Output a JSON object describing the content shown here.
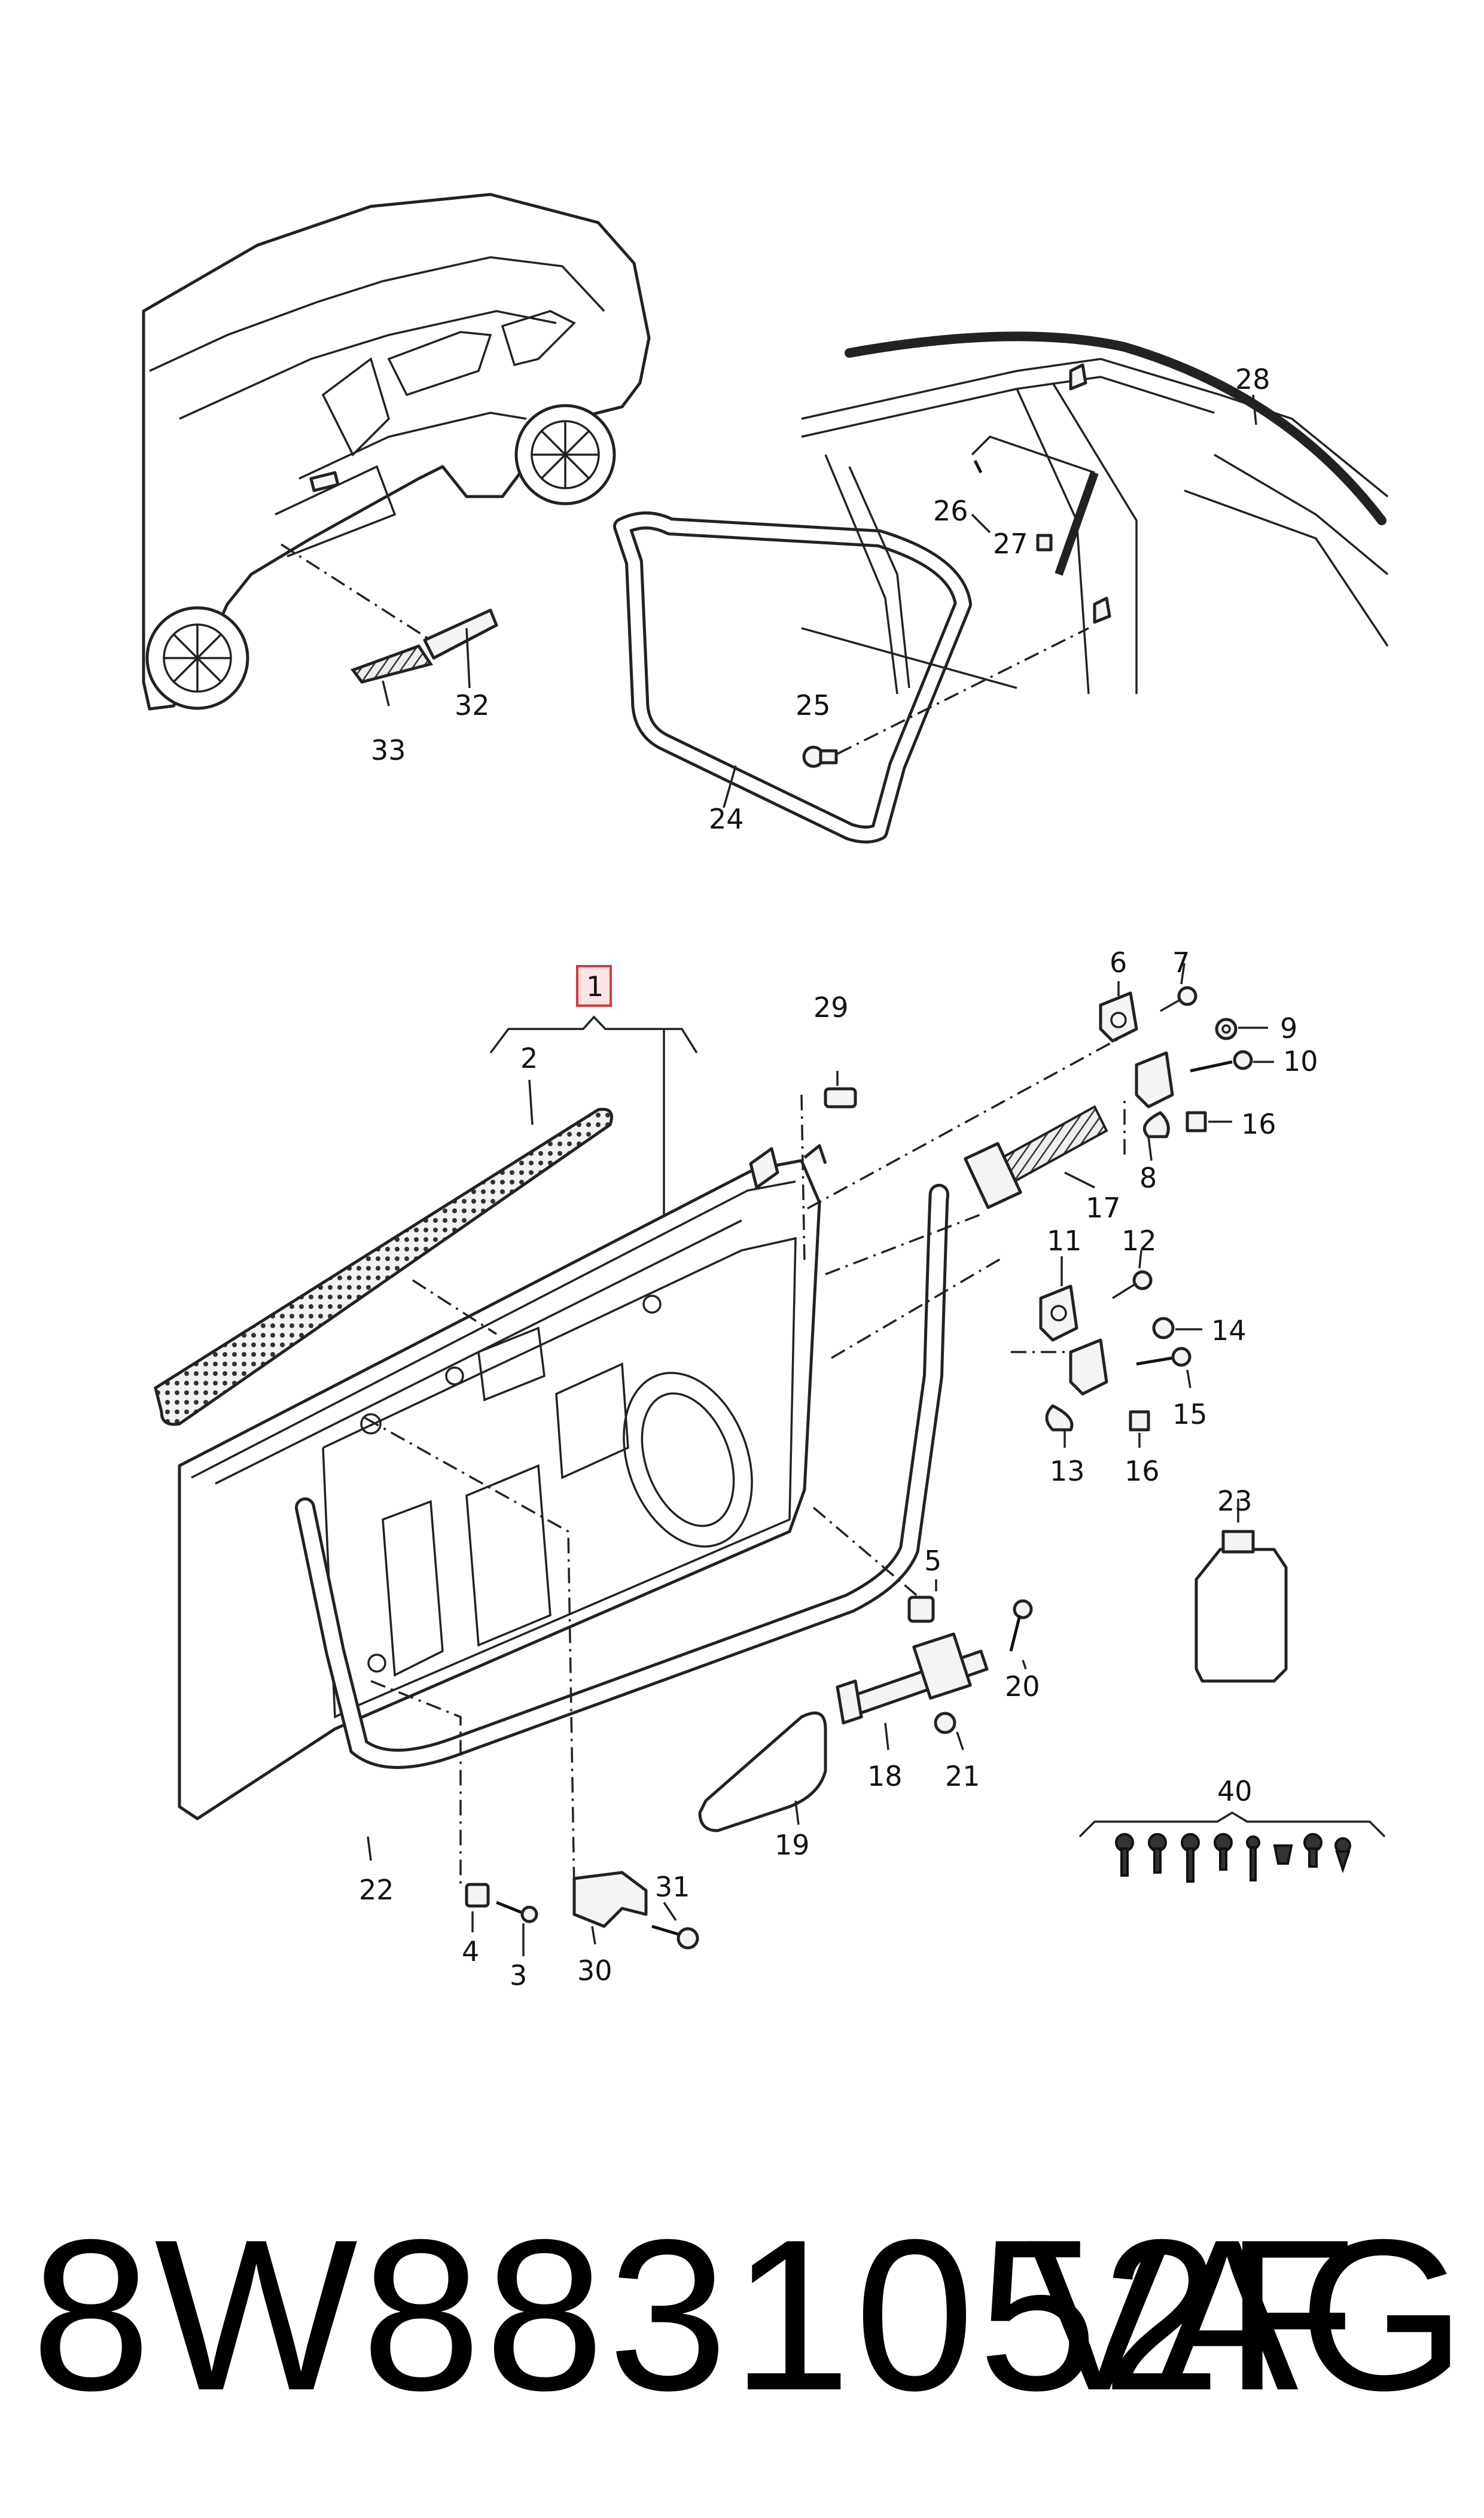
{
  "footer": {
    "part_number": "8W8831052F",
    "brand": "VAG"
  },
  "highlight_color": "#d23b3b",
  "callouts": [
    {
      "id": "c1",
      "label": "1"
    },
    {
      "id": "c2",
      "label": "2"
    },
    {
      "id": "c3",
      "label": "3"
    },
    {
      "id": "c4",
      "label": "4"
    },
    {
      "id": "c5",
      "label": "5"
    },
    {
      "id": "c6",
      "label": "6"
    },
    {
      "id": "c7",
      "label": "7"
    },
    {
      "id": "c8",
      "label": "8"
    },
    {
      "id": "c9",
      "label": "9"
    },
    {
      "id": "c10",
      "label": "10"
    },
    {
      "id": "c11",
      "label": "11"
    },
    {
      "id": "c12",
      "label": "12"
    },
    {
      "id": "c13",
      "label": "13"
    },
    {
      "id": "c14",
      "label": "14"
    },
    {
      "id": "c15",
      "label": "15"
    },
    {
      "id": "c16a",
      "label": "16"
    },
    {
      "id": "c16b",
      "label": "16"
    },
    {
      "id": "c17",
      "label": "17"
    },
    {
      "id": "c18",
      "label": "18"
    },
    {
      "id": "c19",
      "label": "19"
    },
    {
      "id": "c20",
      "label": "20"
    },
    {
      "id": "c21",
      "label": "21"
    },
    {
      "id": "c22",
      "label": "22"
    },
    {
      "id": "c23",
      "label": "23"
    },
    {
      "id": "c24",
      "label": "24"
    },
    {
      "id": "c25",
      "label": "25"
    },
    {
      "id": "c26",
      "label": "26"
    },
    {
      "id": "c27",
      "label": "27"
    },
    {
      "id": "c28",
      "label": "28"
    },
    {
      "id": "c29",
      "label": "29"
    },
    {
      "id": "c30",
      "label": "30"
    },
    {
      "id": "c31",
      "label": "31"
    },
    {
      "id": "c32",
      "label": "32"
    },
    {
      "id": "c33",
      "label": "33"
    },
    {
      "id": "c40",
      "label": "40"
    }
  ]
}
